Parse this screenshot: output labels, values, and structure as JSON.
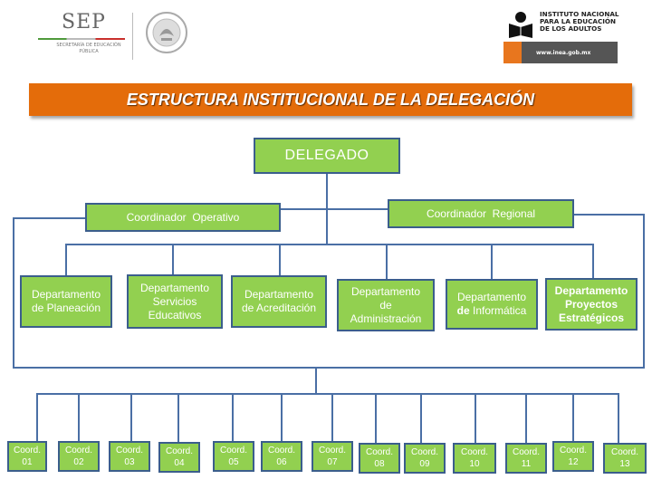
{
  "header": {
    "sep_logo_text": "SEP",
    "sep_subtitle": "SECRETARÍA DE EDUCACIÓN PÚBLICA",
    "inea_name": "INSTITUTO NACIONAL PARA LA EDUCACIÓN DE LOS ADULTOS",
    "inea_url": "www.inea.gob.mx"
  },
  "title": "ESTRUCTURA INSTITUCIONAL DE LA DELEGACIÓN",
  "org": {
    "head": "DELEGADO",
    "coordinators": [
      "Coordinador  Operativo",
      "Coordinador  Regional"
    ],
    "departments": [
      {
        "line1": "Departamento",
        "line2": "de Planeación",
        "line3": ""
      },
      {
        "line1": "Departamento",
        "line2": "Servicios",
        "line3": "Educativos"
      },
      {
        "line1": "Departamento",
        "line2": "de Acreditación",
        "line3": ""
      },
      {
        "line1": "Departamento",
        "line2": "de",
        "line3": "Administración"
      },
      {
        "line1": "Departamento",
        "line2_bold": "de",
        "line2_rest": " Informática"
      },
      {
        "line1": "Departamento",
        "line2": "Proyectos",
        "line3": "Estratégicos"
      }
    ],
    "units": [
      {
        "label": "Coord.",
        "num": "01"
      },
      {
        "label": "Coord.",
        "num": "02"
      },
      {
        "label": "Coord.",
        "num": "03"
      },
      {
        "label": "Coord.",
        "num": "04"
      },
      {
        "label": "Coord.",
        "num": "05"
      },
      {
        "label": "Coord.",
        "num": "06"
      },
      {
        "label": "Coord.",
        "num": "07"
      },
      {
        "label": "Coord.",
        "num": "08"
      },
      {
        "label": "Coord.",
        "num": "09"
      },
      {
        "label": "Coord.",
        "num": "10"
      },
      {
        "label": "Coord.",
        "num": "11"
      },
      {
        "label": "Coord.",
        "num": "12"
      },
      {
        "label": "Coord.",
        "num": "13"
      }
    ]
  },
  "colors": {
    "box_fill": "#92d050",
    "box_border": "#3b5e8c",
    "banner": "#e46c0a",
    "connector": "#4a6fa5"
  }
}
